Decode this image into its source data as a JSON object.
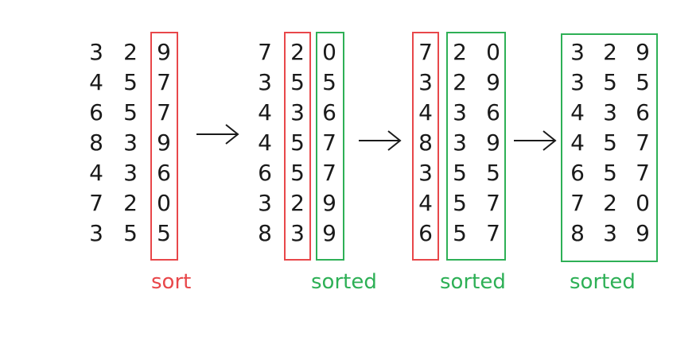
{
  "panels": [
    {
      "rows": [
        "329",
        "457",
        "657",
        "839",
        "436",
        "720",
        "355"
      ]
    },
    {
      "rows": [
        "720",
        "355",
        "436",
        "457",
        "657",
        "329",
        "839"
      ]
    },
    {
      "rows": [
        "720",
        "329",
        "436",
        "839",
        "355",
        "457",
        "657"
      ]
    },
    {
      "rows": [
        "329",
        "355",
        "436",
        "457",
        "657",
        "720",
        "839"
      ]
    }
  ],
  "labels": {
    "sort": "sort",
    "sorted": "sorted"
  },
  "colors": {
    "red": "#e8474a",
    "green": "#2eb056",
    "text": "#1a1a1a"
  }
}
